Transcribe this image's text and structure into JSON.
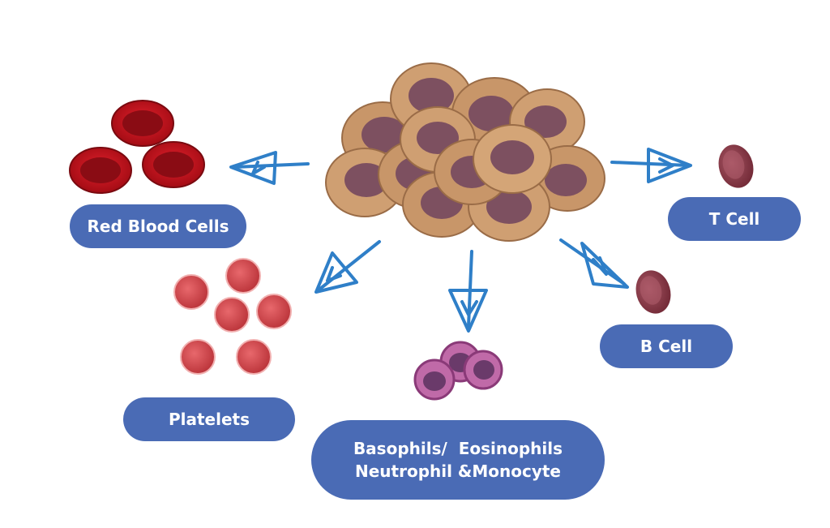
{
  "labels": {
    "red_blood_cells": "Red Blood Cells",
    "platelets": "Platelets",
    "granulocytes_line1": "Basophils/  Eosinophils",
    "granulocytes_line2": "Neutrophil &Monocyte",
    "t_cell": "T Cell",
    "b_cell": "B Cell"
  },
  "colors": {
    "label_bg": "#4a6bb5",
    "label_text": "#ffffff",
    "arrow": "#2f7fc8",
    "stem_cell": "#c99a6e",
    "stem_nucleus": "#7d5060",
    "red_blood_cell": "#c8101c",
    "platelet": "#d94a4f",
    "granulocyte": "#b65a9d",
    "lymphocyte": "#8c3a48"
  }
}
